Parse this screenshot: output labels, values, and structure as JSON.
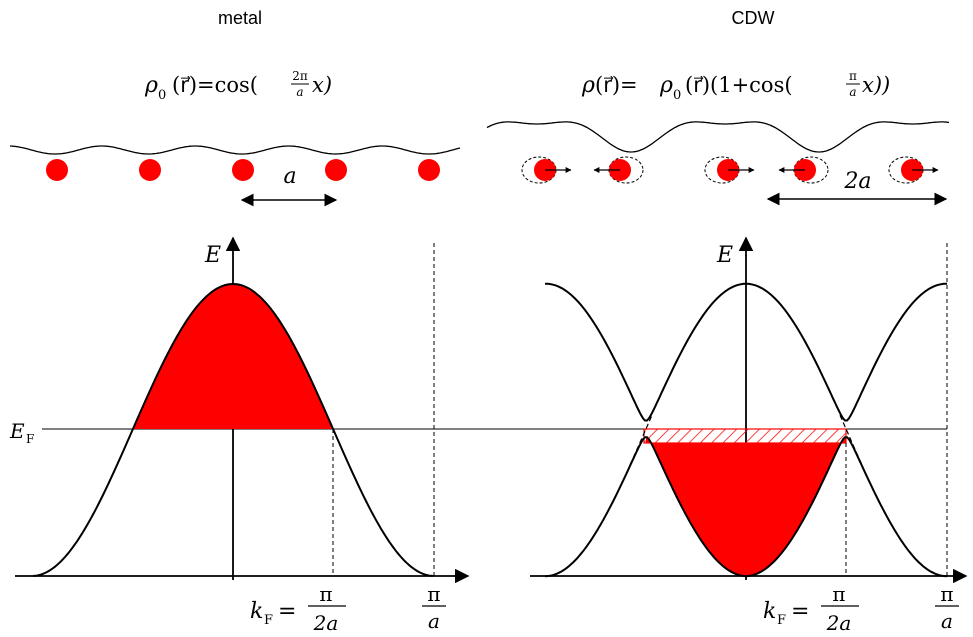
{
  "panels": {
    "left": {
      "title": "metal",
      "formula": {
        "rho": "ρ",
        "sub": "0",
        "arg": "(r⃗)=cos(",
        "frac_num": "2π",
        "frac_den": "a",
        "tail": "x)"
      },
      "spacing_label": "a",
      "axis_y_label": "E",
      "fermi_label": "E",
      "fermi_sub": "F",
      "kf_label": "k",
      "kf_sub": "F",
      "kf_eq": "=",
      "kf_num": "π",
      "kf_den": "2a",
      "bz_num": "π",
      "bz_den": "a"
    },
    "right": {
      "title": "CDW",
      "formula": {
        "rho": "ρ",
        "arg1": "(r⃗)=",
        "rho0": "ρ",
        "sub": "0",
        "arg2": "(r⃗)(1+cos(",
        "frac_num": "π",
        "frac_den": "a",
        "tail": "x))"
      },
      "spacing_label": "2a",
      "axis_y_label": "E",
      "kf_label": "k",
      "kf_sub": "F",
      "kf_eq": "=",
      "kf_num": "π",
      "kf_den": "2a",
      "bz_num": "π",
      "bz_den": "a"
    }
  },
  "colors": {
    "filled_band": "#ff0000",
    "atom": "#ff0000",
    "line": "#000000",
    "gap_hatch": "#ff0000"
  }
}
